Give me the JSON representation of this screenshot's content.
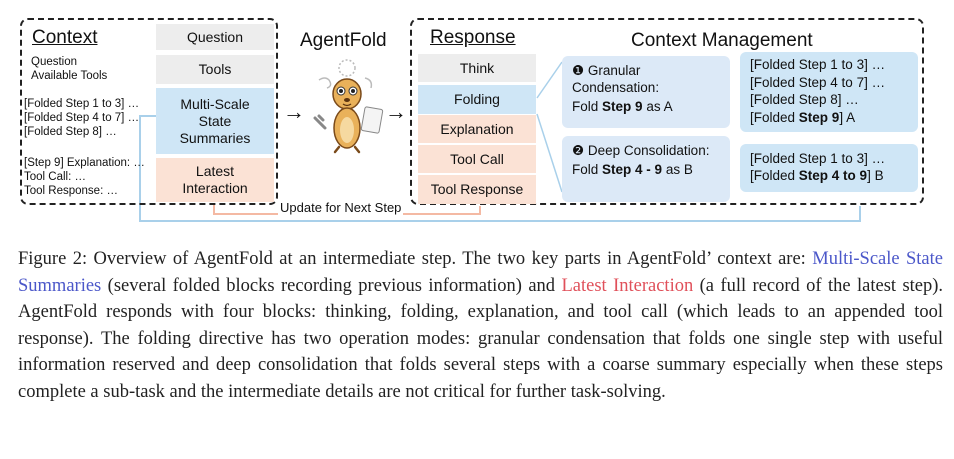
{
  "diagram": {
    "context": {
      "heading": "Context",
      "question_tools_lines": [
        "Question",
        "Available Tools"
      ],
      "folded_lines": [
        "[Folded Step 1 to 3] …",
        "[Folded Step 4 to 7] …",
        "[Folded Step 8] …"
      ],
      "step_lines": [
        "[Step 9] Explanation: …",
        "Tool Call: …",
        "Tool Response: …"
      ],
      "pill_question": "Question",
      "pill_tools": "Tools",
      "pill_summaries": "Multi-Scale State Summaries",
      "pill_latest": "Latest Interaction"
    },
    "agent_title": "AgentFold",
    "response": {
      "heading": "Response",
      "pills": [
        "Think",
        "Folding",
        "Explanation",
        "Tool Call",
        "Tool Response"
      ]
    },
    "management": {
      "heading": "Context Management",
      "mode1": {
        "marker": "❶",
        "title": "Granular Condensation:",
        "fold_prefix": "Fold",
        "fold_step": "Step 9",
        "fold_suffix": "as A",
        "result_lines": [
          "[Folded Step 1 to 3] …",
          "[Folded Step 4 to 7] …",
          "[Folded Step 8] …"
        ],
        "result_last_prefix": "[Folded",
        "result_last_bold": "Step 9",
        "result_last_suffix": "] A"
      },
      "mode2": {
        "marker": "❷",
        "title": "Deep Consolidation:",
        "fold_prefix": "Fold",
        "fold_step": "Step 4 - 9",
        "fold_suffix": "as B",
        "result_line1": "[Folded Step 1 to 3] …",
        "result_last_prefix": "[Folded",
        "result_last_bold": "Step 4 to 9",
        "result_last_suffix": "] B"
      }
    },
    "update_label": "Update for Next Step",
    "colors": {
      "blue": "#cfe6f6",
      "peach": "#fbe2d5",
      "grey": "#ededed",
      "line_blue": "#a9d0ea",
      "line_peach": "#f4b9a3"
    }
  },
  "caption": {
    "label": "Figure 2:",
    "text1": "Overview of AgentFold at an intermediate step.  The two key parts in AgentFold’ context are:",
    "summaries_term": "Multi-Scale State Summaries",
    "text2": "(several folded blocks recording previous information) and",
    "latest_term": "Latest Interaction",
    "text3": "(a full record of the latest step).  AgentFold responds with four blocks: thinking, folding, explanation, and tool call (which leads to an appended tool response). The folding directive has two operation modes: granular condensation that folds one single step with useful information reserved and deep consolidation that folds several steps with a coarse summary especially when these steps complete a sub-task and the intermediate details are not critical for further task-solving."
  }
}
